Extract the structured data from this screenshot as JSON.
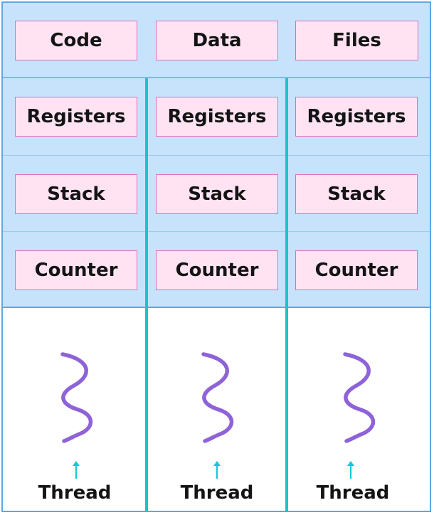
{
  "shared": {
    "code": "Code",
    "data": "Data",
    "files": "Files"
  },
  "threads": [
    {
      "registers": "Registers",
      "stack": "Stack",
      "counter": "Counter",
      "label": "Thread",
      "icon": "squiggle-thread-icon"
    },
    {
      "registers": "Registers",
      "stack": "Stack",
      "counter": "Counter",
      "label": "Thread",
      "icon": "squiggle-thread-icon"
    },
    {
      "registers": "Registers",
      "stack": "Stack",
      "counter": "Counter",
      "label": "Thread",
      "icon": "squiggle-thread-icon"
    }
  ],
  "colors": {
    "background": "#c6e3fb",
    "outer_border": "#5ba8e8",
    "divider": "#16c7c9",
    "box_fill": "#ffe3f3",
    "box_border": "#e56bb8",
    "squiggle": "#8f63d8",
    "arrow": "#17c7d8"
  }
}
